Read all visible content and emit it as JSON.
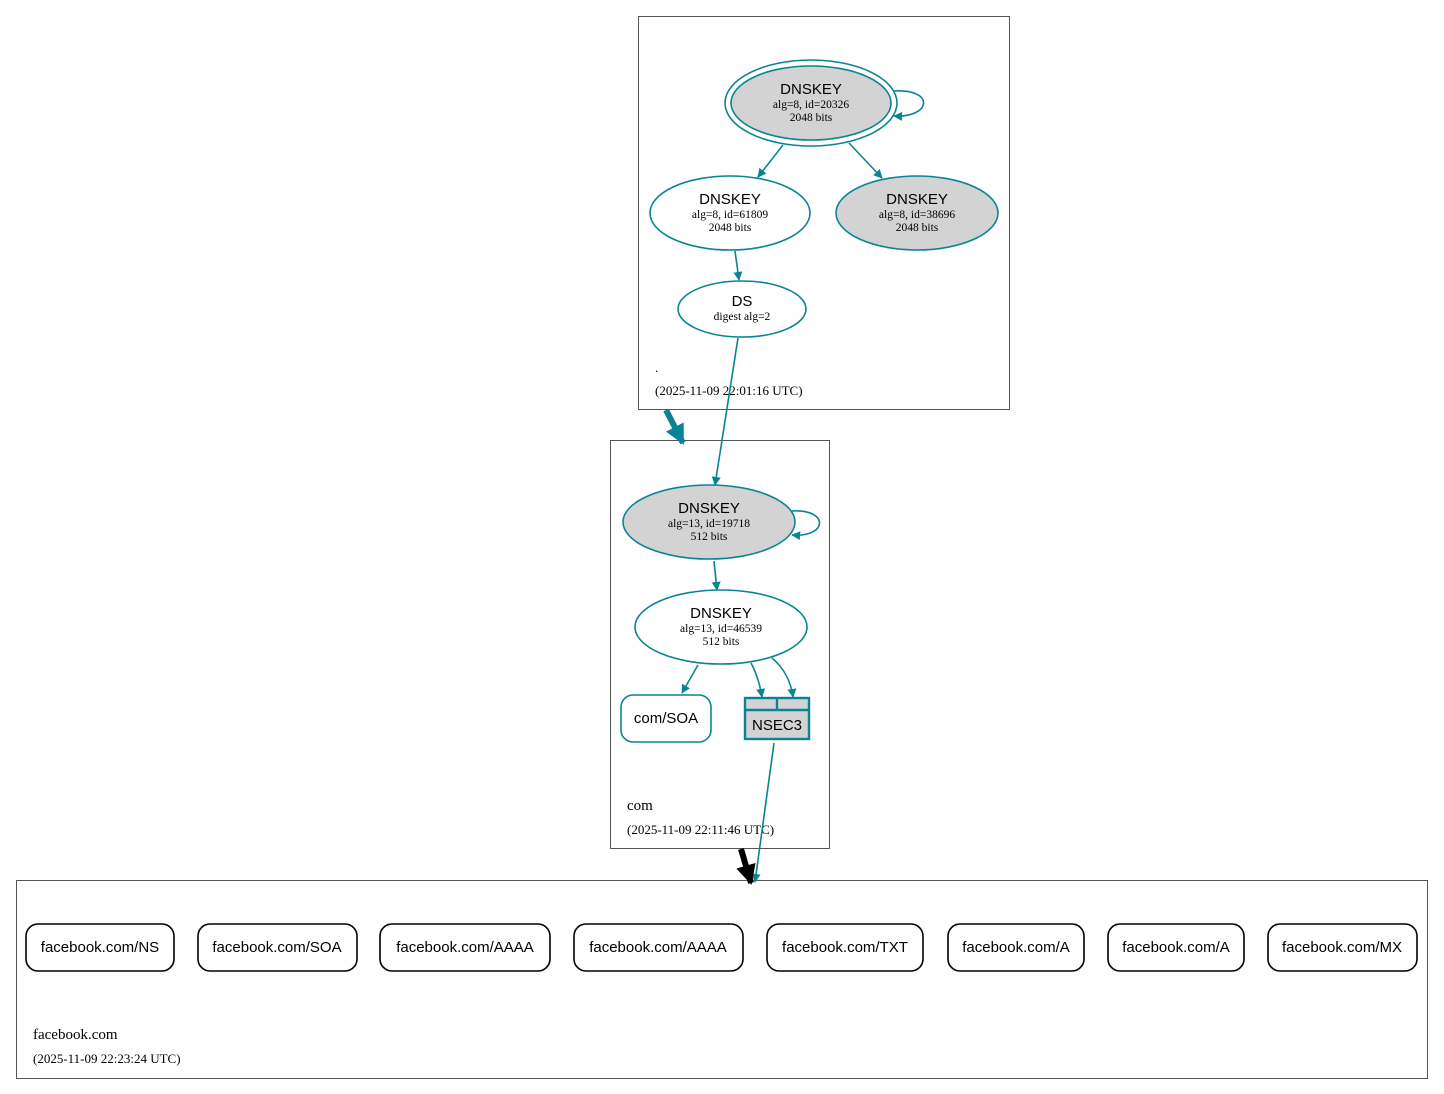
{
  "colors": {
    "edge": "#0a8495",
    "node_stroke": "#0a8495",
    "node_fill_gray": "#d3d3d3",
    "zone_border": "#555555",
    "black": "#000000"
  },
  "zones": {
    "root": {
      "name": ".",
      "timestamp": "(2025-11-09 22:01:16 UTC)"
    },
    "com": {
      "name": "com",
      "timestamp": "(2025-11-09 22:11:46 UTC)"
    },
    "facebook": {
      "name": "facebook.com",
      "timestamp": "(2025-11-09 22:23:24 UTC)"
    }
  },
  "nodes": {
    "root_ksk": {
      "title": "DNSKEY",
      "line1": "alg=8, id=20326",
      "line2": "2048 bits"
    },
    "root_zsk": {
      "title": "DNSKEY",
      "line1": "alg=8, id=61809",
      "line2": "2048 bits"
    },
    "root_key3": {
      "title": "DNSKEY",
      "line1": "alg=8, id=38696",
      "line2": "2048 bits"
    },
    "com_ds": {
      "title": "DS",
      "line1": "digest alg=2"
    },
    "com_ksk": {
      "title": "DNSKEY",
      "line1": "alg=13, id=19718",
      "line2": "512 bits"
    },
    "com_zsk": {
      "title": "DNSKEY",
      "line1": "alg=13, id=46539",
      "line2": "512 bits"
    },
    "com_soa": {
      "label": "com/SOA"
    },
    "com_nsec3": {
      "label": "NSEC3"
    }
  },
  "records": [
    "facebook.com/NS",
    "facebook.com/SOA",
    "facebook.com/AAAA",
    "facebook.com/AAAA",
    "facebook.com/TXT",
    "facebook.com/A",
    "facebook.com/A",
    "facebook.com/MX"
  ]
}
